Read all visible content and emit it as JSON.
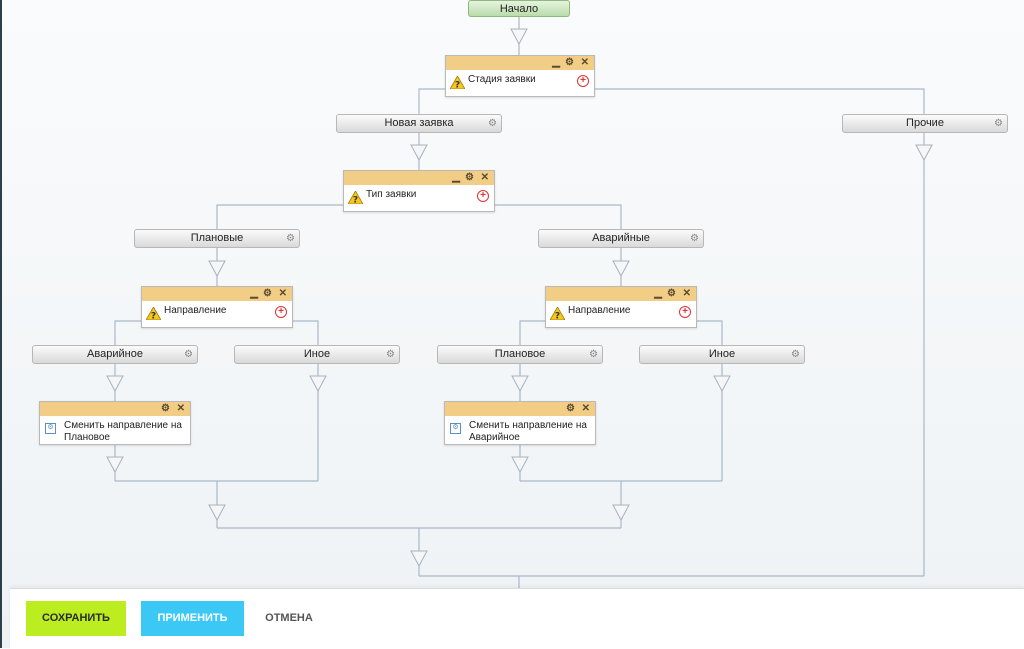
{
  "start_label": "Начало",
  "blocks": {
    "stage": {
      "title": "Стадия заявки"
    },
    "type": {
      "title": "Тип заявки"
    },
    "dir_left": {
      "title": "Направление"
    },
    "dir_right": {
      "title": "Направление"
    },
    "action_left": {
      "title": "Сменить направление на Плановое"
    },
    "action_right": {
      "title": "Сменить направление на Аварийное"
    }
  },
  "branches": {
    "new_request": "Новая заявка",
    "other_stage": "Прочие",
    "planned": "Плановые",
    "emergency": "Аварийные",
    "left_emergency": "Аварийное",
    "left_other": "Иное",
    "right_planned": "Плановое",
    "right_other": "Иное"
  },
  "footer": {
    "save": "СОХРАНИТЬ",
    "apply": "ПРИМЕНИТЬ",
    "cancel": "ОТМЕНА"
  },
  "colors": {
    "save": "#bbed21",
    "apply": "#3bc8f5",
    "block_header": "#f2cd86",
    "connector": "#aab8ca"
  }
}
